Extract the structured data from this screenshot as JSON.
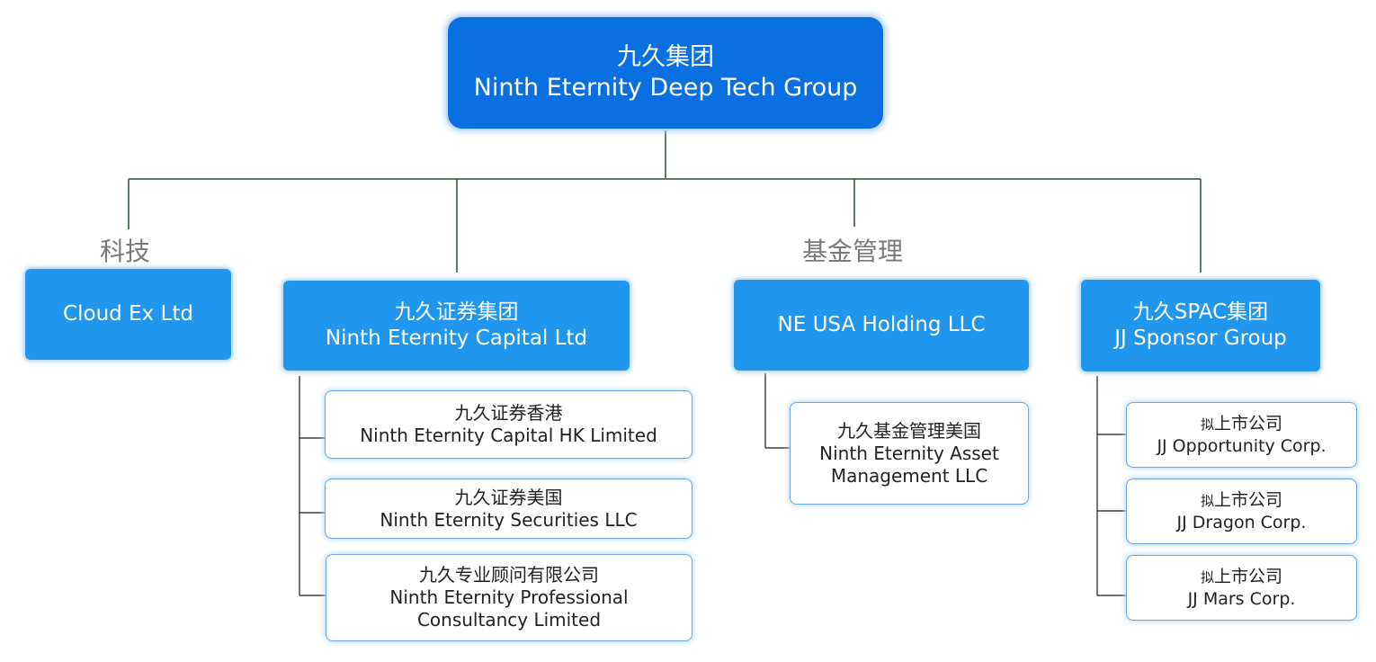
{
  "root": {
    "cn": "九久集团",
    "en": "Ninth Eternity Deep Tech Group"
  },
  "categories": {
    "tech": "科技",
    "fund": "基金管理"
  },
  "branches": {
    "cloud": {
      "label": "Cloud Ex Ltd"
    },
    "securities": {
      "cn": "九久证券集团",
      "en": "Ninth Eternity Capital Ltd"
    },
    "usa": {
      "label": "NE USA Holding LLC"
    },
    "spac": {
      "cn": "九久SPAC集团",
      "en": "JJ Sponsor Group"
    }
  },
  "securities_subs": [
    {
      "cn": "九久证券香港",
      "en": "Ninth Eternity Capital HK Limited"
    },
    {
      "cn": "九久证券美国",
      "en": "Ninth Eternity Securities LLC"
    },
    {
      "cn": "九久专业顾问有限公司",
      "en1": "Ninth Eternity Professional",
      "en2": "Consultancy Limited"
    }
  ],
  "usa_subs": [
    {
      "cn": "九久基金管理美国",
      "en1": "Ninth Eternity Asset",
      "en2": "Management LLC"
    }
  ],
  "spac_subs": [
    {
      "prefix": "拟",
      "cn": "上市公司",
      "en": "JJ Opportunity Corp."
    },
    {
      "prefix": "拟",
      "cn": "上市公司",
      "en": "JJ Dragon Corp."
    },
    {
      "prefix": "拟",
      "cn": "上市公司",
      "en": "JJ Mars Corp."
    }
  ],
  "colors": {
    "root": "#0a6fe0",
    "branch": "#2196ee",
    "connector_main": "#2f4f2f",
    "connector_sub": "#1a1a1a"
  }
}
